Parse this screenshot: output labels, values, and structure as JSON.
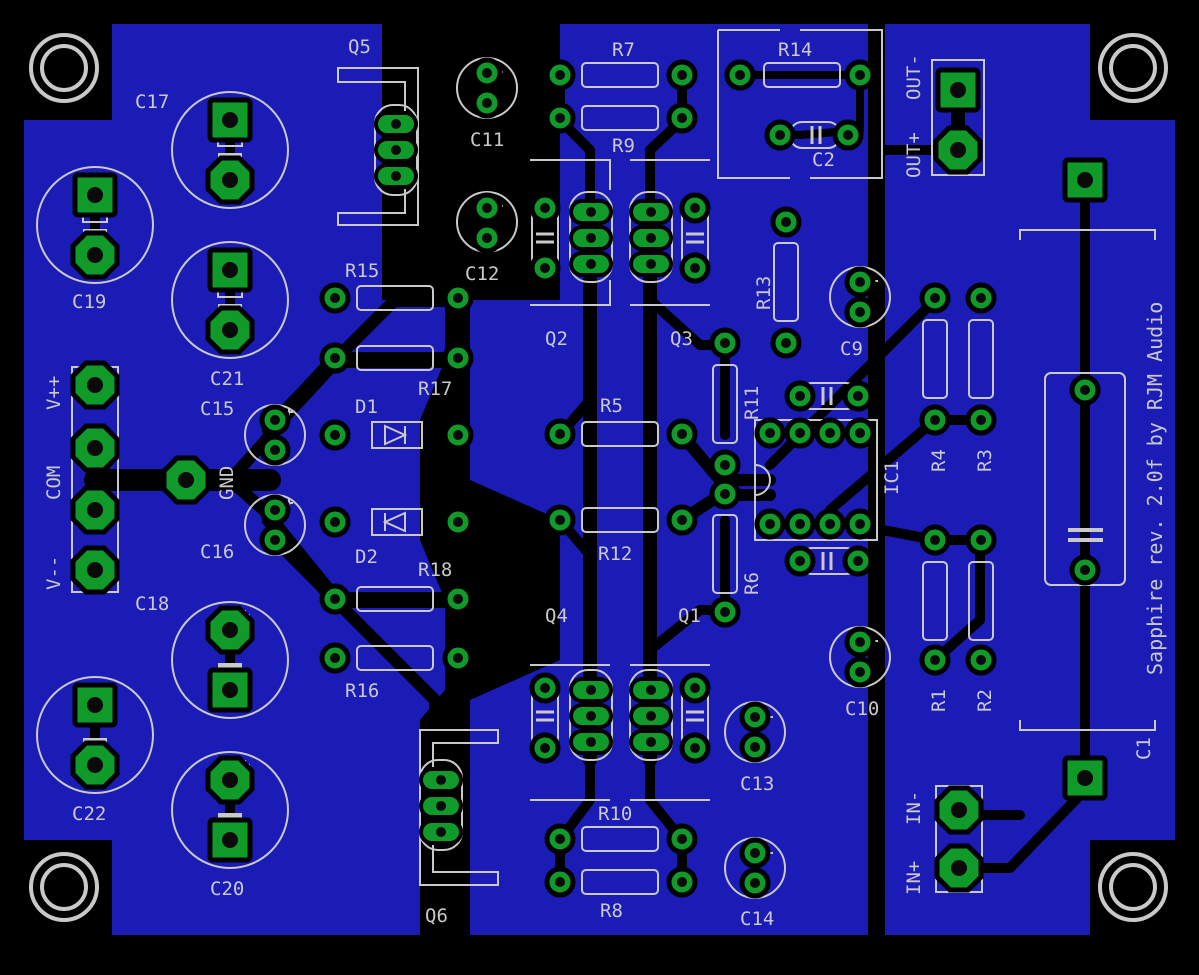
{
  "colors": {
    "background": "#000000",
    "pour": "#1b1bb5",
    "copper_trace": "#000000",
    "pad": "#0f9a2a",
    "pad_hole": "#0a0a0a",
    "silkscreen": "#c9c9c9",
    "drill": "#111111"
  },
  "board_text": "Sapphire rev. 2.0f by RJM Audio",
  "connectors": {
    "power": {
      "top": "V++",
      "mid": "COM",
      "bottom": "V--"
    },
    "gnd": "GND",
    "out_plus": "OUT+",
    "out_minus": "OUT-",
    "in_plus": "IN+",
    "in_minus": "IN-"
  },
  "labels": {
    "c1": "C1",
    "c2": "C2",
    "c9": "C9",
    "c10": "C10",
    "c11": "C11",
    "c12": "C12",
    "c13": "C13",
    "c14": "C14",
    "c15": "C15",
    "c16": "C16",
    "c17": "C17",
    "c18": "C18",
    "c19": "C19",
    "c20": "C20",
    "c21": "C21",
    "c22": "C22",
    "d1": "D1",
    "d2": "D2",
    "ic1": "IC1",
    "q1": "Q1",
    "q2": "Q2",
    "q3": "Q3",
    "q4": "Q4",
    "q5": "Q5",
    "q6": "Q6",
    "r1": "R1",
    "r2": "R2",
    "r3": "R3",
    "r4": "R4",
    "r5": "R5",
    "r6": "R6",
    "r7": "R7",
    "r8": "R8",
    "r9": "R9",
    "r10": "R10",
    "r11": "R11",
    "r12": "R12",
    "r13": "R13",
    "r14": "R14",
    "r15": "R15",
    "r16": "R16",
    "r17": "R17",
    "r18": "R18"
  }
}
